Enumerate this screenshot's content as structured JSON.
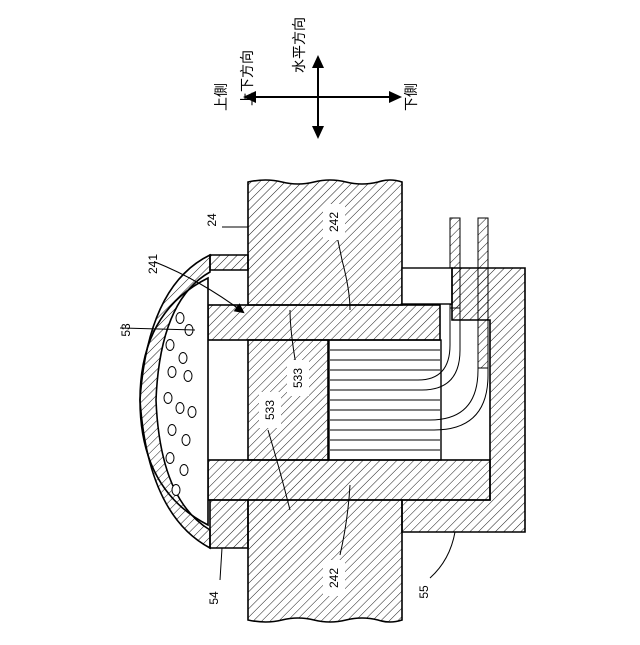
{
  "orientation": {
    "vertical_label": "上下方向",
    "horizontal_label": "水平方向",
    "upper_side": "上側",
    "lower_side": "下側"
  },
  "labels": {
    "l24": "24",
    "l241": "241",
    "l242_top": "242",
    "l242_bottom": "242",
    "l53": "53",
    "l533_a": "533",
    "l533_b": "533",
    "l54": "54",
    "l55": "55"
  },
  "colors": {
    "line": "#000000",
    "hatch": "#000000",
    "background": "#ffffff"
  }
}
